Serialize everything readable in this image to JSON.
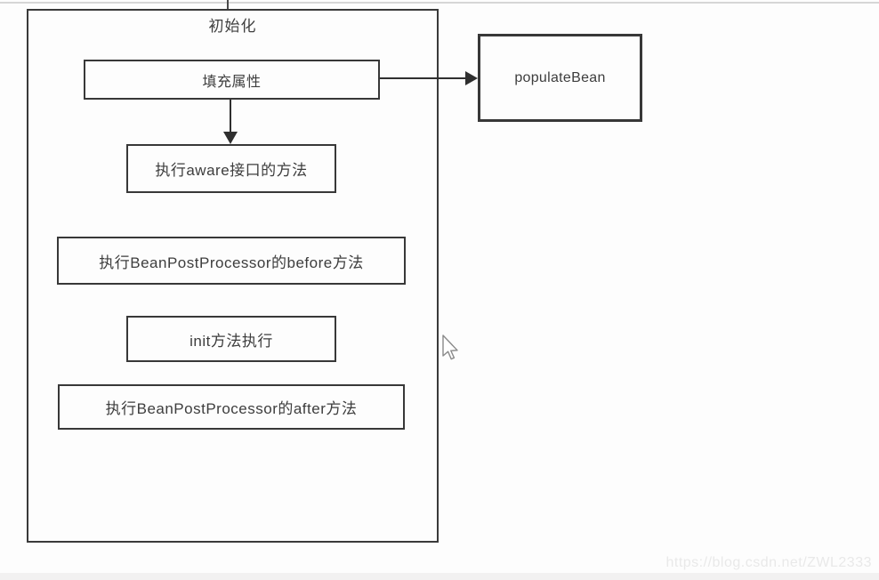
{
  "page": {
    "background": "#fdfdfd",
    "watermark_text": "https://blog.csdn.net/ZWL2333"
  },
  "diagram": {
    "container_label": "初始化",
    "nodes": [
      {
        "id": "fill-properties",
        "label": "填充属性"
      },
      {
        "id": "populate-bean",
        "label": "populateBean"
      },
      {
        "id": "aware-methods",
        "label": "执行aware接口的方法"
      },
      {
        "id": "bpp-before",
        "label": "执行BeanPostProcessor的before方法"
      },
      {
        "id": "init-method",
        "label": "init方法执行"
      },
      {
        "id": "bpp-after",
        "label": "执行BeanPostProcessor的after方法"
      }
    ],
    "edges": [
      {
        "from": "fill-properties",
        "to": "populate-bean",
        "direction": "right"
      },
      {
        "from": "fill-properties",
        "to": "aware-methods",
        "direction": "down"
      }
    ],
    "colors": {
      "border": "#383838",
      "text": "#3d3d3d",
      "arrow": "#2f2f2f",
      "watermark": "#e9e9e9",
      "top_divider": "#d6d6d6"
    }
  }
}
